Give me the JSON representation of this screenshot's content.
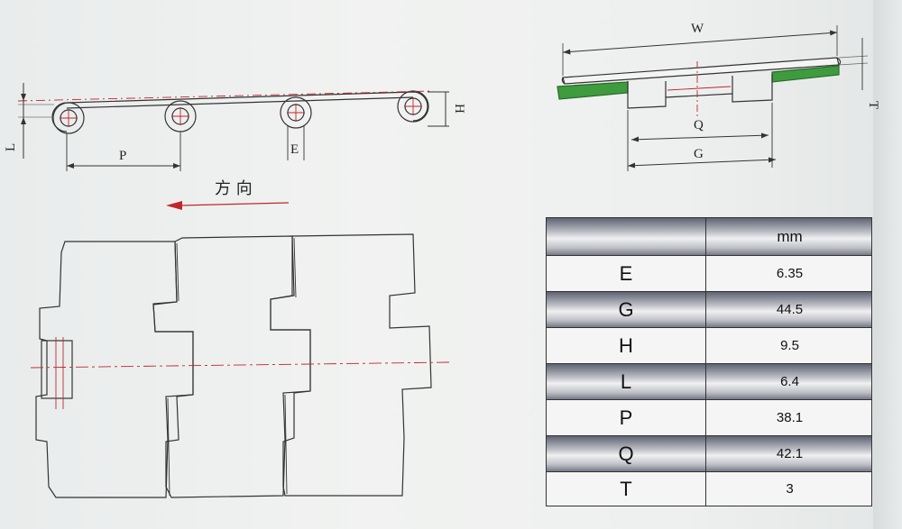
{
  "side_view": {
    "label_L": "L",
    "label_P": "P",
    "label_E": "E",
    "label_H": "H"
  },
  "direction": {
    "text": "方 向"
  },
  "section_view": {
    "label_W": "W",
    "label_Q": "Q",
    "label_G": "G",
    "label_T": "T"
  },
  "colors": {
    "centerline": "#c0262b",
    "rail_green": "#3e9b3e",
    "line": "#333333"
  },
  "spec_table": {
    "header": {
      "key": "",
      "unit": "mm"
    },
    "rows": [
      {
        "key": "E",
        "value": "6.35"
      },
      {
        "key": "G",
        "value": "44.5"
      },
      {
        "key": "H",
        "value": "9.5"
      },
      {
        "key": "L",
        "value": "6.4"
      },
      {
        "key": "P",
        "value": "38.1"
      },
      {
        "key": "Q",
        "value": "42.1"
      },
      {
        "key": "T",
        "value": "3"
      }
    ]
  }
}
